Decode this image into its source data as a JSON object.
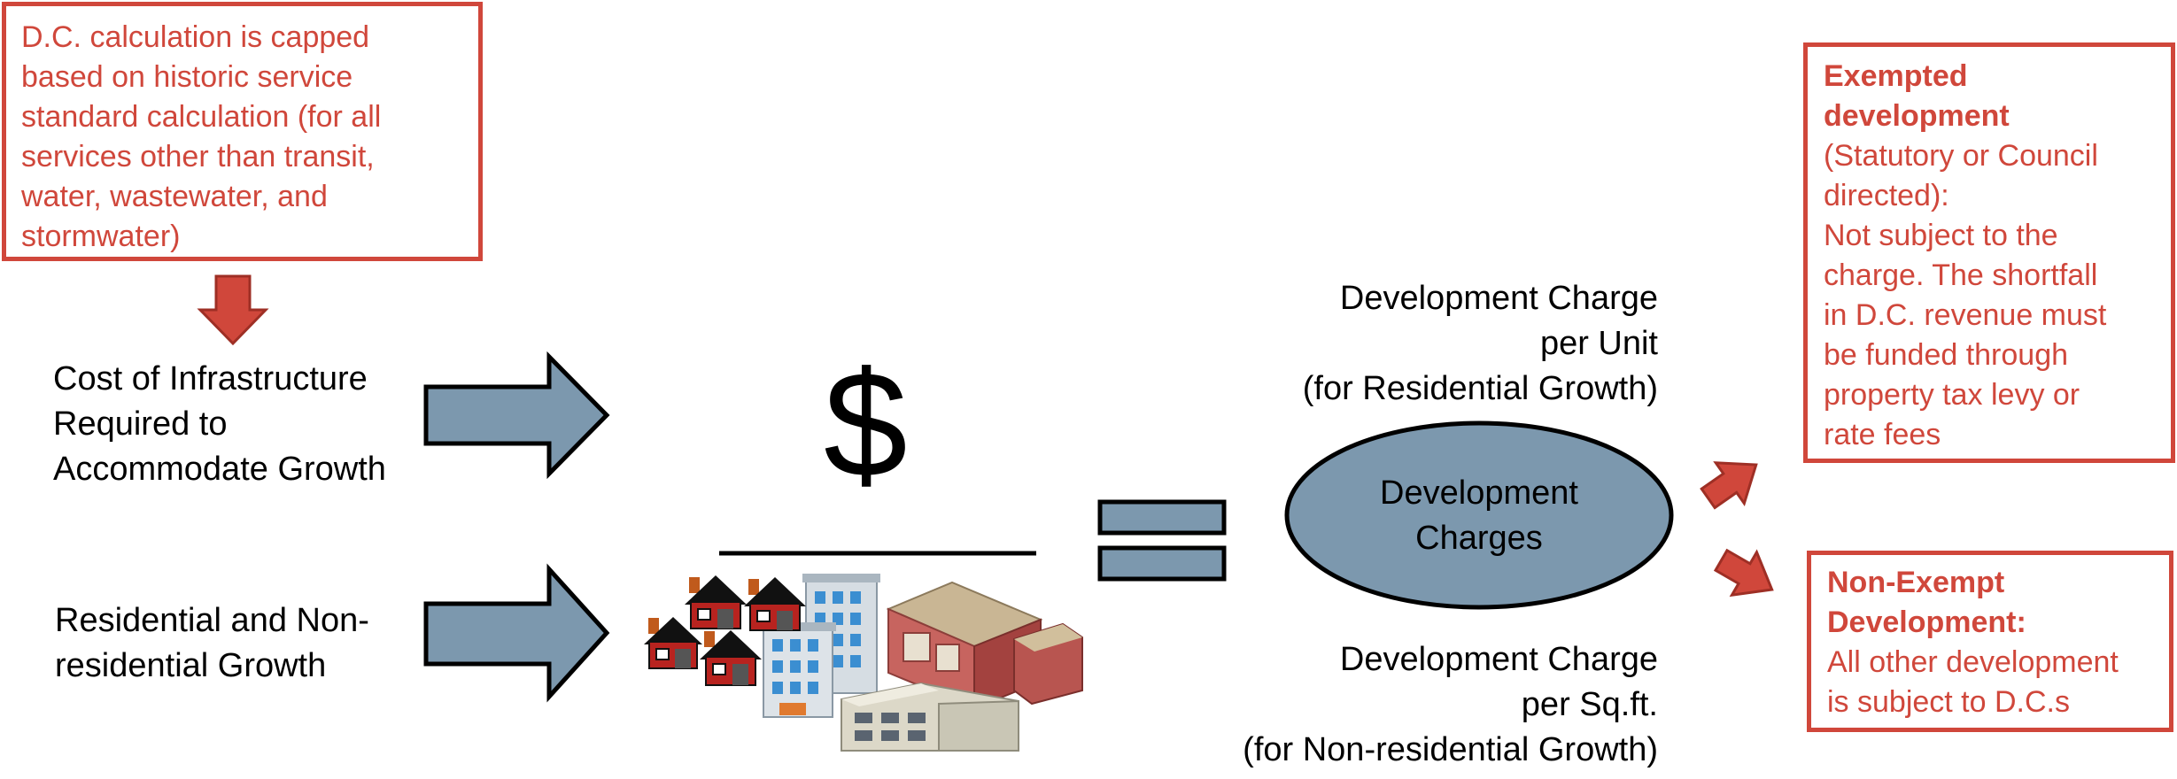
{
  "cap_note": {
    "lines": [
      "D.C. calculation is capped",
      "based on historic service",
      "standard calculation (for all",
      "services other than transit,",
      "water, wastewater, and",
      "stormwater)"
    ]
  },
  "cost_label": {
    "lines": [
      "Cost of Infrastructure",
      "Required to",
      "Accommodate Growth"
    ]
  },
  "growth_label": {
    "lines": [
      "Residential and Non-",
      "residential Growth"
    ]
  },
  "dollar_sign": "$",
  "residential_charge": {
    "lines": [
      "Development Charge",
      "per Unit",
      "(for Residential Growth)"
    ]
  },
  "nonresidential_charge": {
    "lines": [
      "Development Charge",
      "per Sq.ft.",
      "(for Non-residential Growth)"
    ]
  },
  "center_ellipse": {
    "lines": [
      "Development",
      "Charges"
    ]
  },
  "exempted": {
    "title_lines": [
      "Exempted",
      "development"
    ],
    "body_lines": [
      "(Statutory or Council",
      "directed):",
      "Not subject to the",
      "charge.  The shortfall",
      "in D.C. revenue must",
      "be funded through",
      "property tax levy or",
      "rate fees"
    ]
  },
  "nonexempt": {
    "title_lines": [
      "Non-Exempt",
      "Development:"
    ],
    "body_lines": [
      "All other development",
      "is subject to D.C.s"
    ]
  },
  "colors": {
    "accent_red": "#d0473b",
    "arrow_blue": "#7c98ae",
    "outline": "#000000"
  }
}
